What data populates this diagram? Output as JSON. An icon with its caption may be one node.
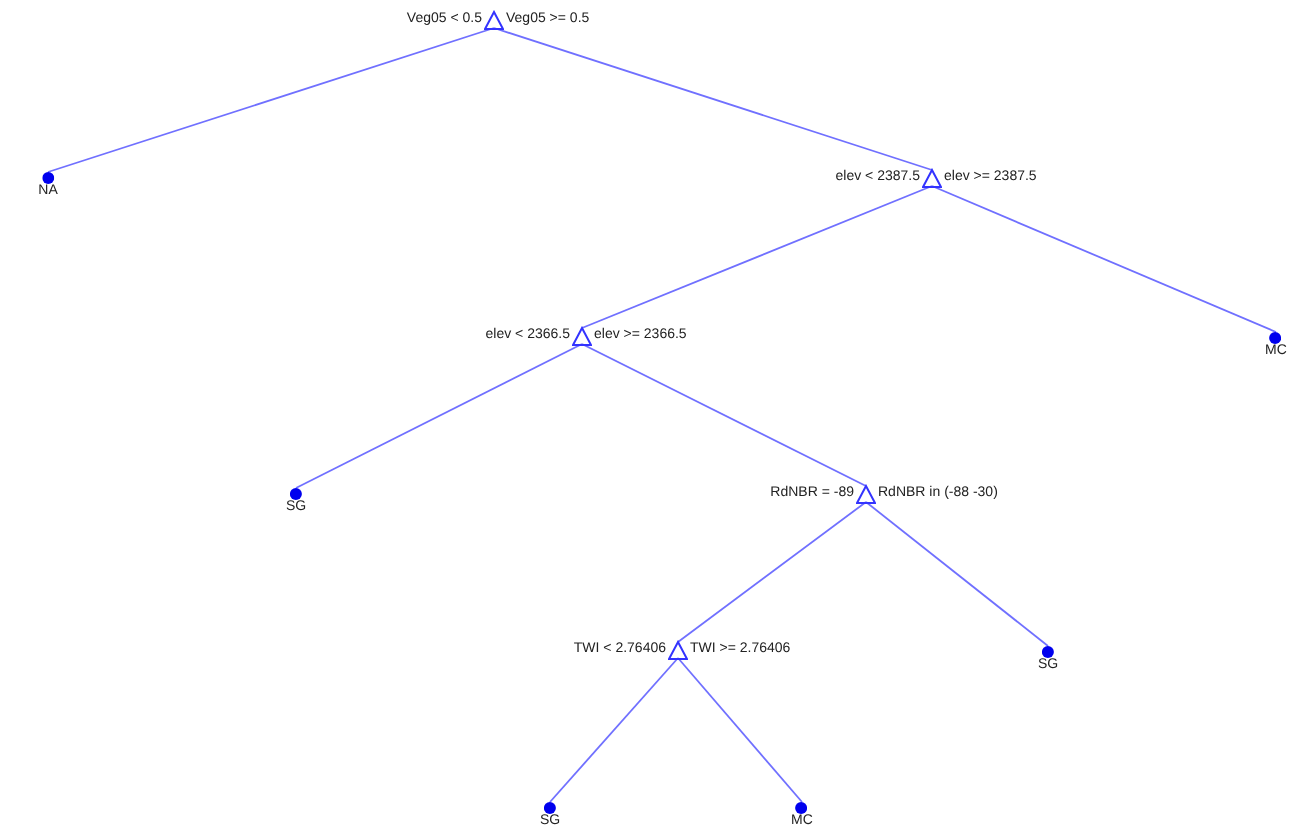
{
  "diagram": {
    "nodes": [
      {
        "text": [
          "Veg05 < 0.5",
          "Veg05 >= 0.5"
        ]
      },
      {
        "text": [
          "NA"
        ]
      },
      {
        "text": [
          "elev < 2387.5",
          "elev >= 2387.5"
        ]
      },
      {
        "text": [
          "elev < 2366.5",
          "elev >= 2366.5"
        ]
      },
      {
        "text": [
          "MC"
        ]
      },
      {
        "text": [
          "SG"
        ]
      },
      {
        "text": [
          "RdNBR = -89",
          "RdNBR in (-88 -30)"
        ]
      },
      {
        "text": [
          "TWI < 2.76406",
          "TWI >= 2.76406"
        ]
      },
      {
        "text": [
          "SG"
        ]
      },
      {
        "text": [
          "SG"
        ]
      },
      {
        "text": [
          "MC"
        ]
      }
    ],
    "edges": [
      {
        "from": 0,
        "to": 1,
        "arrow": "none"
      },
      {
        "from": 0,
        "to": 2,
        "arrow": "none"
      },
      {
        "from": 2,
        "to": 3,
        "arrow": "none"
      },
      {
        "from": 2,
        "to": 4,
        "arrow": "none"
      },
      {
        "from": 3,
        "to": 5,
        "arrow": "none"
      },
      {
        "from": 3,
        "to": 6,
        "arrow": "none"
      },
      {
        "from": 6,
        "to": 7,
        "arrow": "none"
      },
      {
        "from": 6,
        "to": 8,
        "arrow": "none"
      },
      {
        "from": 7,
        "to": 9,
        "arrow": "none"
      },
      {
        "from": 7,
        "to": 10,
        "arrow": "none"
      }
    ]
  }
}
